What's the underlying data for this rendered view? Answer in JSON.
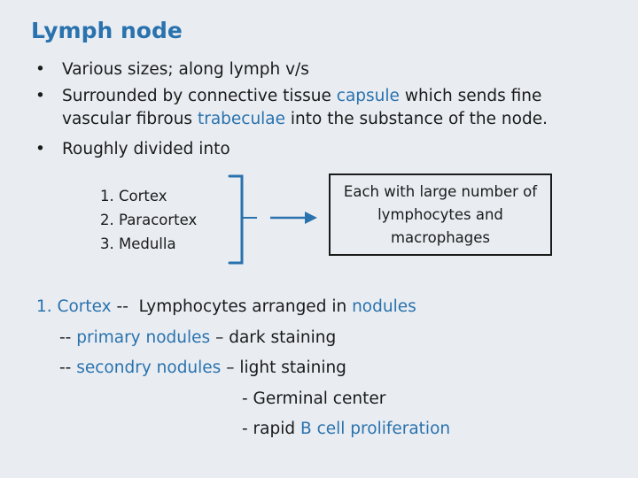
{
  "slide": {
    "title": "Lymph node",
    "bullet_symbol": "•",
    "bullets": [
      {
        "text": "Various sizes; along lymph v/s"
      },
      {
        "part1": "Surrounded by connective tissue ",
        "highlight1": "capsule",
        "part2": " which sends  fine",
        "line2_part1": "vascular fibrous ",
        "highlight2": "trabeculae",
        "line2_part2": " into the substance of the node."
      },
      {
        "text": "Roughly divided into"
      }
    ],
    "divisions": [
      "1. Cortex",
      "2. Paracortex",
      "3. Medulla"
    ],
    "box_text": "Each with large number of lymphocytes and macrophages",
    "cortex": {
      "heading": "1. Cortex",
      "dash_intro": " --  ",
      "intro": "Lymphocytes arranged in ",
      "intro_highlight": "nodules",
      "primary_dash": "-- ",
      "primary_highlight": "primary nodules",
      "primary_rest": " – dark staining",
      "secondary_dash": "-- ",
      "secondary_highlight": "secondry nodules",
      "secondary_rest": " – light staining",
      "germinal": "- Germinal center",
      "rapid_prefix": "- rapid ",
      "rapid_highlight": "B cell proliferation"
    },
    "colors": {
      "accent": "#2a72ad",
      "background": "#e9edf2"
    }
  }
}
